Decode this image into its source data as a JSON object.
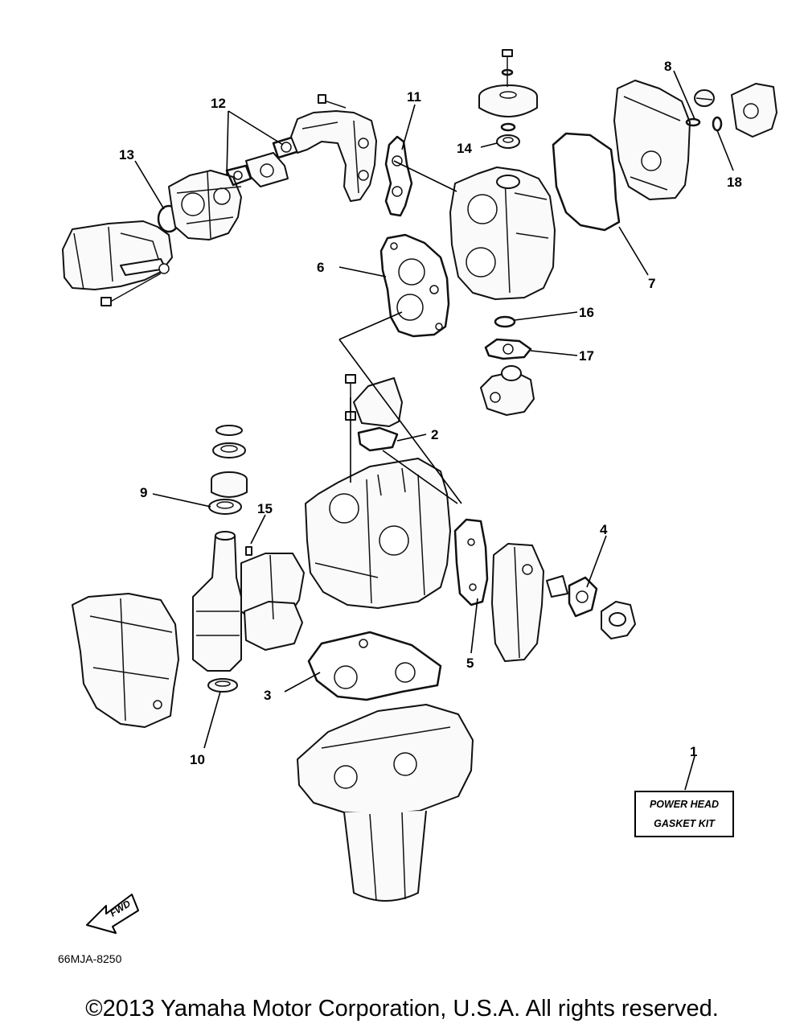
{
  "diagram": {
    "callouts": {
      "c1": "1",
      "c2": "2",
      "c3": "3",
      "c4": "4",
      "c5": "5",
      "c6": "6",
      "c7": "7",
      "c8": "8",
      "c9": "9",
      "c10": "10",
      "c11": "11",
      "c12": "12",
      "c13": "13",
      "c14": "14",
      "c15": "15",
      "c16": "16",
      "c17": "17",
      "c18": "18"
    },
    "kit_label": {
      "line1": "POWER HEAD",
      "line2": "GASKET KIT"
    },
    "fwd_label": "FWD",
    "diagram_code": "66MJA-8250"
  },
  "footer": {
    "copyright": "©2013 Yamaha Motor Corporation, U.S.A. All rights reserved."
  }
}
